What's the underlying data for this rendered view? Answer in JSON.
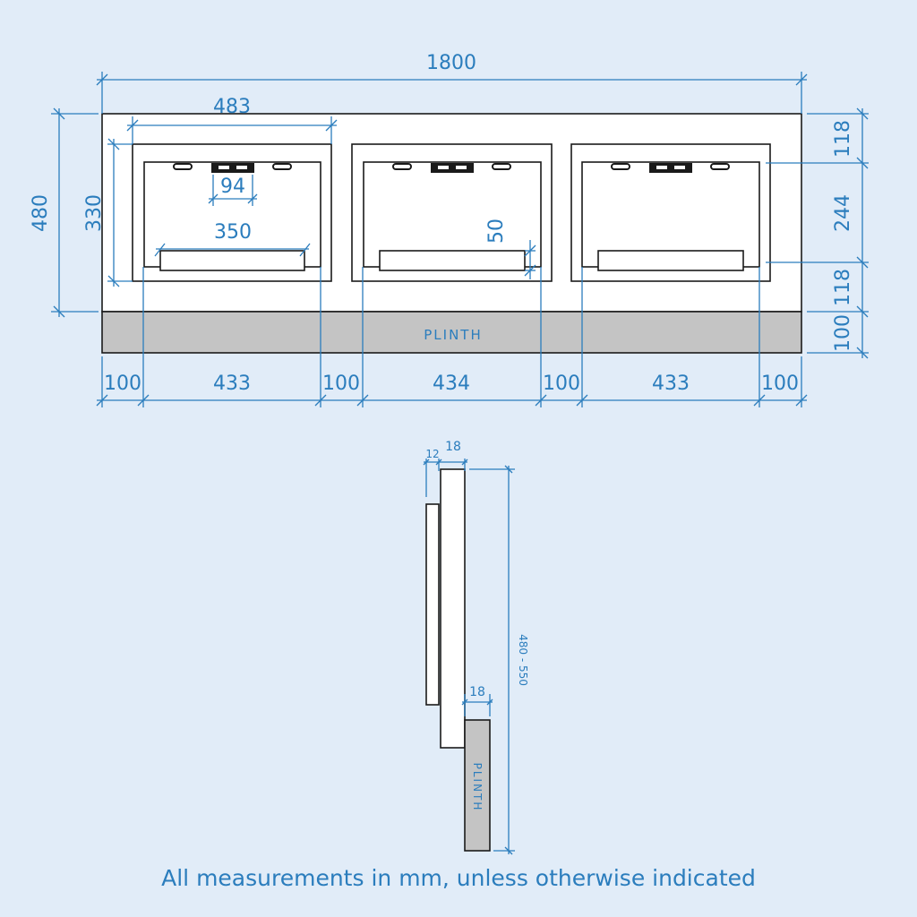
{
  "front_view": {
    "overall_width": "1800",
    "unit_width": "483",
    "overall_height": "480",
    "unit_height": "330",
    "handle_width": "94",
    "drawer_front_width": "350",
    "drawer_front_height": "50",
    "right_dims": [
      "118",
      "244",
      "118",
      "100"
    ],
    "bottom_dims": [
      "100",
      "433",
      "100",
      "434",
      "100",
      "433",
      "100"
    ],
    "plinth_label": "PLINTH"
  },
  "side_view": {
    "panel_thickness": "12",
    "carcass_thickness": "18",
    "plinth_thickness": "18",
    "height_range": "480 - 550",
    "plinth_label": "PLINTH"
  },
  "footer_note": "All measurements in mm, unless otherwise indicated",
  "colors": {
    "background": "#e1ecf8",
    "dimension": "#2b7dbd",
    "outline": "#1a1a1a",
    "panel": "#ffffff",
    "plinth": "#c4c4c4"
  }
}
